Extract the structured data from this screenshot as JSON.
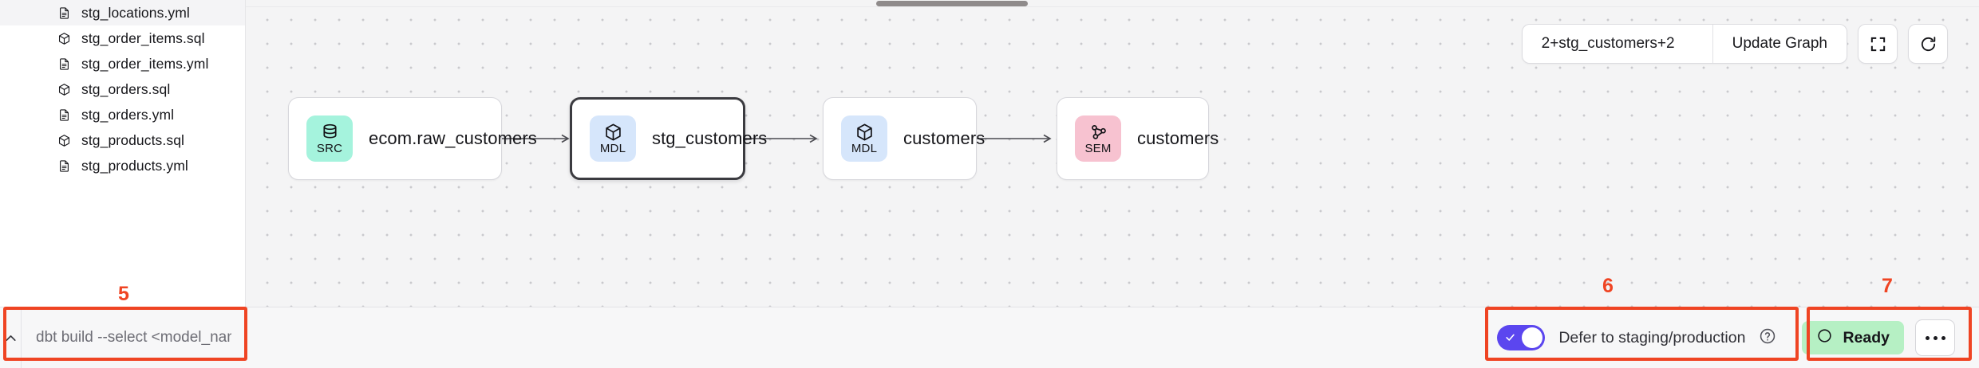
{
  "sidebar": {
    "files": [
      {
        "name": "stg_locations.yml",
        "icon": "file-yml-icon",
        "type": "yml"
      },
      {
        "name": "stg_order_items.sql",
        "icon": "cube-model-icon",
        "type": "sql"
      },
      {
        "name": "stg_order_items.yml",
        "icon": "file-yml-icon",
        "type": "yml"
      },
      {
        "name": "stg_orders.sql",
        "icon": "cube-model-icon",
        "type": "sql"
      },
      {
        "name": "stg_orders.yml",
        "icon": "file-yml-icon",
        "type": "yml"
      },
      {
        "name": "stg_products.sql",
        "icon": "cube-model-icon",
        "type": "sql"
      },
      {
        "name": "stg_products.yml",
        "icon": "file-yml-icon",
        "type": "yml"
      }
    ]
  },
  "graph": {
    "toolbar": {
      "selector_value": "2+stg_customers+2",
      "selector_placeholder": "2+stg_customers+2",
      "update_label": "Update Graph",
      "fit_icon": "fullscreen-icon",
      "refresh_icon": "refresh-icon"
    },
    "nodes": [
      {
        "id": "src",
        "badge": "SRC",
        "badge_color": "#a5f3dd",
        "icon": "database-icon",
        "label": "ecom.raw_customers",
        "selected": false
      },
      {
        "id": "mdl1",
        "badge": "MDL",
        "badge_color": "#d6e6fb",
        "icon": "cube-model-icon",
        "label": "stg_customers",
        "selected": true
      },
      {
        "id": "mdl2",
        "badge": "MDL",
        "badge_color": "#d6e6fb",
        "icon": "cube-model-icon",
        "label": "customers",
        "selected": false
      },
      {
        "id": "sem",
        "badge": "SEM",
        "badge_color": "#f7c2d0",
        "icon": "semantic-graph-icon",
        "label": "customers",
        "selected": false
      }
    ]
  },
  "bottom": {
    "collapse_icon": "chevron-up-icon",
    "command_value": "",
    "command_placeholder": "dbt build --select <model_name>",
    "defer_label": "Defer to staging/production",
    "defer_enabled": true,
    "help_icon": "help-circle-icon",
    "status_label": "Ready",
    "status_color": "#b6f0c4",
    "more_icon": "more-horizontal-icon"
  },
  "annotations": [
    {
      "num": "5"
    },
    {
      "num": "6"
    },
    {
      "num": "7"
    }
  ],
  "colors": {
    "annotation": "#ef4423",
    "toggle_on": "#5b46ef",
    "status_green": "#b6f0c4",
    "src_badge": "#a5f3dd",
    "mdl_badge": "#d6e6fb",
    "sem_badge": "#f7c2d0"
  }
}
